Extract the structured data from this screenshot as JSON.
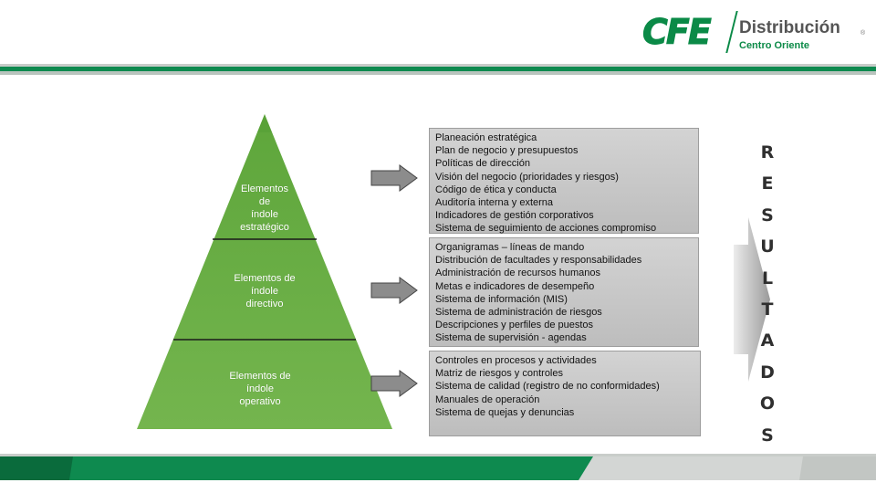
{
  "header": {
    "logo_mark": "CFE",
    "logo_title": "Distribución",
    "logo_registered": "®",
    "logo_subtitle": "Centro Oriente"
  },
  "pyramid": {
    "levels": [
      {
        "label": "Elementos\nde\níndole\nestratégico"
      },
      {
        "label": "Elementos de\níndole\ndirectivo"
      },
      {
        "label": "Elementos de\níndole\noperativo"
      }
    ],
    "color": "#6aad45"
  },
  "boxes": [
    {
      "items": [
        "Planeación estratégica",
        "Plan de negocio y presupuestos",
        "Políticas de dirección",
        "Visión del negocio (prioridades y riesgos)",
        "Código de ética y conducta",
        "Auditoría interna y externa",
        "Indicadores de gestión corporativos",
        "Sistema de seguimiento de acciones compromiso"
      ]
    },
    {
      "items": [
        "Organigramas – líneas de mando",
        "Distribución de facultades y responsabilidades",
        "Administración de recursos humanos",
        "Metas e indicadores de desempeño",
        "Sistema de información (MIS)",
        "Sistema de administración de riesgos",
        "Descripciones y perfiles de puestos",
        "Sistema de supervisión - agendas"
      ]
    },
    {
      "items": [
        "Controles en procesos y actividades",
        "Matriz de riesgos y controles",
        "Sistema de calidad (registro de no conformidades)",
        "Manuales de operación",
        "Sistema de quejas y denuncias"
      ]
    }
  ],
  "result_letters": [
    "R",
    "E",
    "S",
    "U",
    "L",
    "T",
    "A",
    "D",
    "O",
    "S"
  ],
  "colors": {
    "brand_green": "#0b8a47",
    "footer_green": "#0e8a4f",
    "pyramid_green": "#6aad45",
    "box_gray": "#c8c8c8"
  }
}
